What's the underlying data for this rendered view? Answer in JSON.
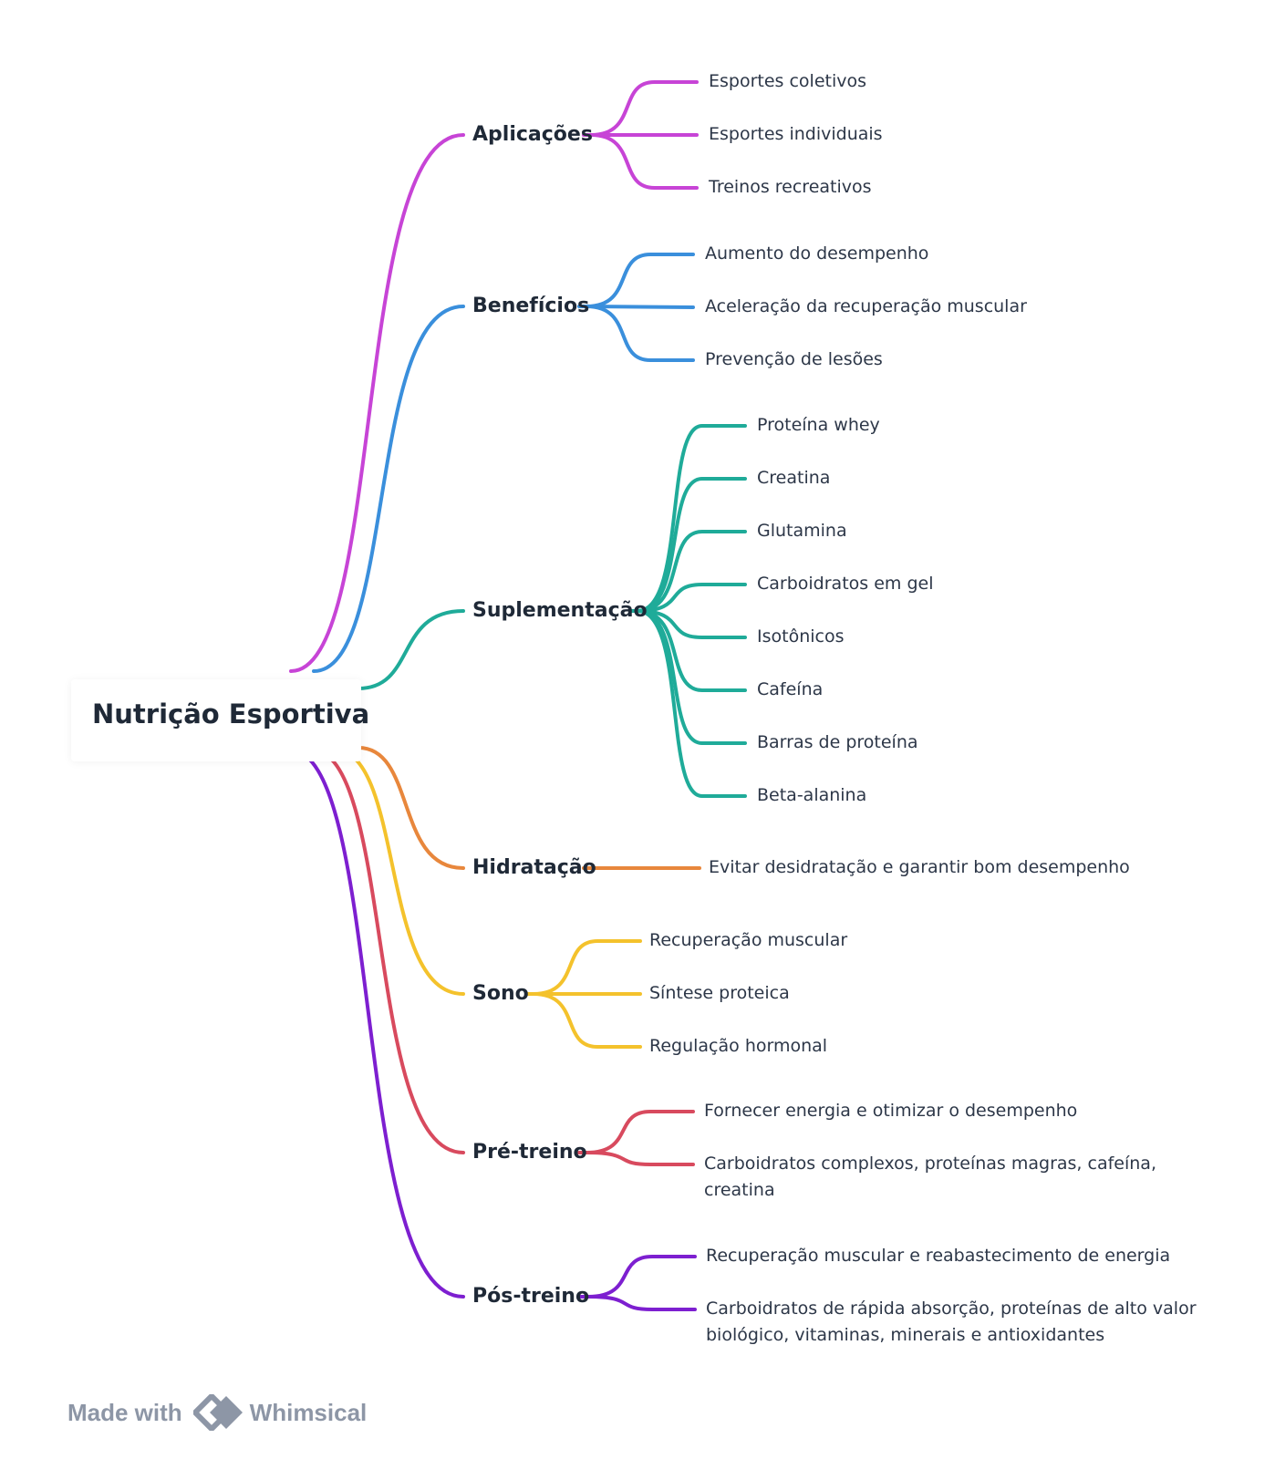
{
  "root": {
    "label": "Nutrição Esportiva"
  },
  "branches": [
    {
      "label": "Aplicações",
      "color": "#c744d6",
      "children": [
        "Esportes coletivos",
        "Esportes individuais",
        "Treinos recreativos"
      ]
    },
    {
      "label": "Benefícios",
      "color": "#3a8fdc",
      "children": [
        "Aumento do desempenho",
        "Aceleração da recuperação muscular",
        "Prevenção de lesões"
      ]
    },
    {
      "label": "Suplementação",
      "color": "#1fab99",
      "children": [
        "Proteína whey",
        "Creatina",
        "Glutamina",
        "Carboidratos em gel",
        "Isotônicos",
        "Cafeína",
        "Barras de proteína",
        "Beta-alanina"
      ]
    },
    {
      "label": "Hidratação",
      "color": "#e8873c",
      "children": [
        "Evitar desidratação e garantir bom desempenho"
      ]
    },
    {
      "label": "Sono",
      "color": "#f4c22c",
      "children": [
        "Recuperação muscular",
        "Síntese proteica",
        "Regulação hormonal"
      ]
    },
    {
      "label": "Pré-treino",
      "color": "#d84a5e",
      "children": [
        "Fornecer energia e otimizar o desempenho",
        "Carboidratos complexos, proteínas magras, cafeína, creatina"
      ]
    },
    {
      "label": "Pós-treino",
      "color": "#7d1fd0",
      "children": [
        "Recuperação muscular e reabastecimento de energia",
        "Carboidratos de rápida absorção, proteínas de alto valor biológico, vitaminas, minerais e antioxidantes"
      ]
    }
  ],
  "footer": {
    "made_with": "Made with",
    "brand": "Whimsical",
    "icon": "whimsical-logo-icon"
  }
}
